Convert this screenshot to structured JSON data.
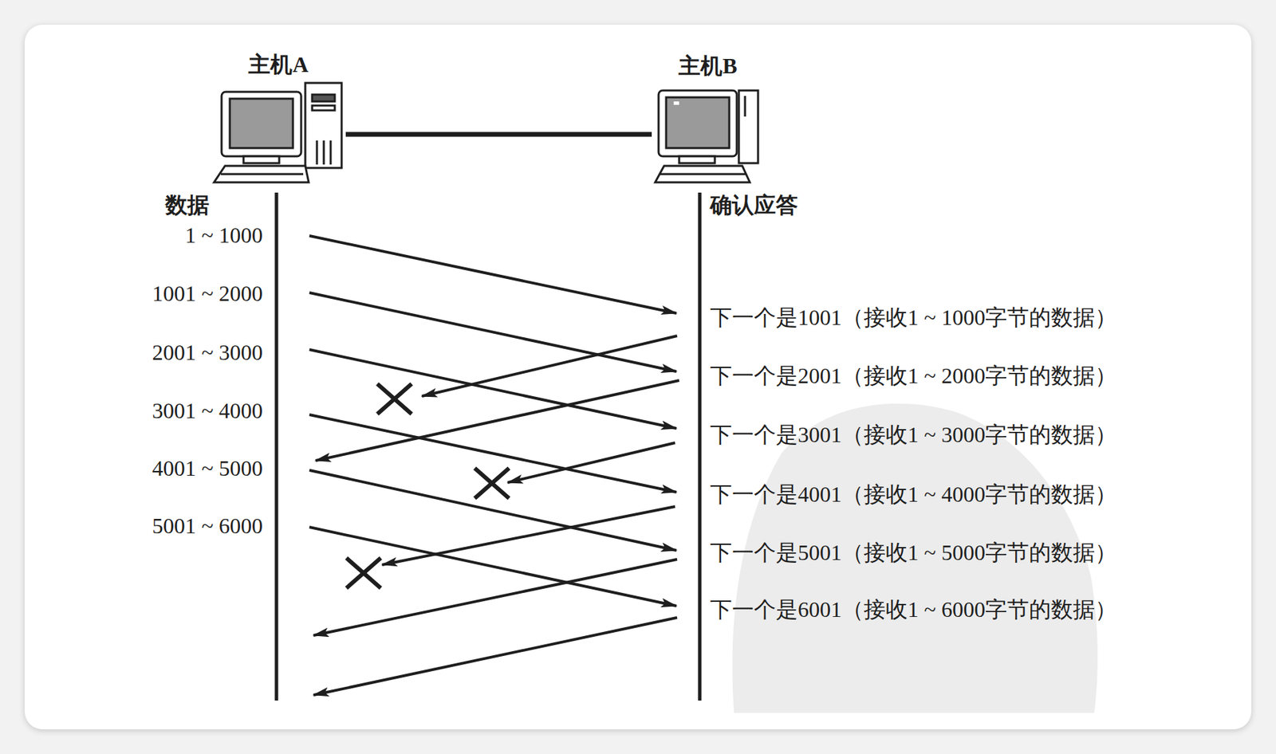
{
  "diagram": {
    "nodes": [
      {
        "text": [
          "主机A"
        ]
      },
      {
        "text": [
          "主机B"
        ]
      }
    ],
    "edges": [
      {
        "from": 0,
        "to": 1,
        "arrow": "none"
      }
    ],
    "labels": [
      "数据",
      "1 ~ 1000",
      "1001 ~ 2000",
      "2001 ~ 3000",
      "3001 ~ 4000",
      "4001 ~ 5000",
      "5001 ~ 6000",
      "确认应答",
      "下一个是1001（接收1 ~ 1000字节的数据）",
      "下一个是2001（接收1 ~ 2000字节的数据）",
      "下一个是3001（接收1 ~ 3000字节的数据）",
      "下一个是4001（接收1 ~ 4000字节的数据）",
      "下一个是5001（接收1 ~ 5000字节的数据）",
      "下一个是6001（接收1 ~ 6000字节的数据）"
    ]
  }
}
